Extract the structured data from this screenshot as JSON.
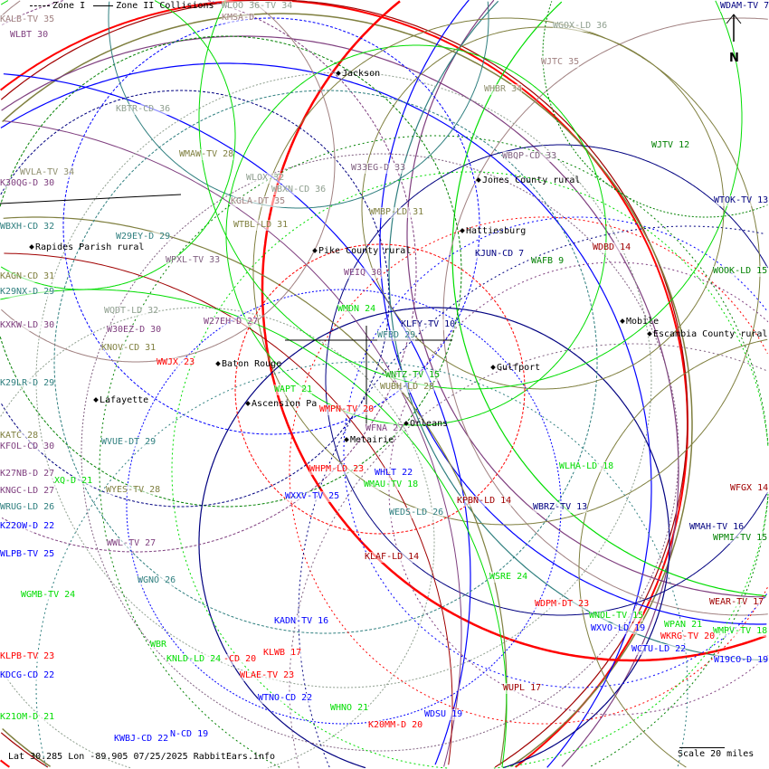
{
  "legend": {
    "zone1": "Zone I",
    "zone2": "Zone II Collisions"
  },
  "footer": "Lat 30.285 Lon -89.905 07/25/2025 RabbitEars.info",
  "scale": "Scale 20 miles",
  "north": "N",
  "places": [
    "Jackson",
    "Jones County rural",
    "Hattiesburg",
    "Rapides Parish rural",
    "Pike County rural",
    "Mobile",
    "Escambia County rural",
    "Baton Rouge",
    "Gulfport",
    "Lafayette",
    "Ascension Pa",
    "Orleans",
    "Metairie"
  ],
  "colors": {
    "purple": "#7f3f7f",
    "olive": "#7f7f3f",
    "gray": "#8f9f8f",
    "rose": "#a08080",
    "green": "#00dd00",
    "dkgreen": "#008000",
    "blue": "#0000ff",
    "navy": "#000080",
    "red": "#ff0000",
    "dkred": "#a00000",
    "teal": "#2f7f7f",
    "mauve": "#806080"
  },
  "stations": [
    {
      "text": "KALB-TV 35",
      "color": "#a08080"
    },
    {
      "text": "KMSA-D",
      "color": "#a08080"
    },
    {
      "text": "WLOO 36-TV 34",
      "color": "#8f9f8f"
    },
    {
      "text": "WDAM-TV 7",
      "color": "#000080"
    },
    {
      "text": "WLBT 30",
      "color": "#7f3f7f"
    },
    {
      "text": "WGOX-LD 36",
      "color": "#8f9f8f"
    },
    {
      "text": "WJTC 35",
      "color": "#a08080"
    },
    {
      "text": "KBTR-CD 36",
      "color": "#8f9f8f"
    },
    {
      "text": "WHBR 34",
      "color": "#8f8f6f"
    },
    {
      "text": "WMAW-TV 28",
      "color": "#7f7f3f"
    },
    {
      "text": "WJTV 12",
      "color": "#008000"
    },
    {
      "text": "WBQP-CD 33",
      "color": "#806080"
    },
    {
      "text": "WVLA-TV 34",
      "color": "#8f8f6f"
    },
    {
      "text": "K30QG-D 30",
      "color": "#7f3f7f"
    },
    {
      "text": "WLOX 32",
      "color": "#8f9f8f"
    },
    {
      "text": "WBXN-CD 36",
      "color": "#8f9f8f"
    },
    {
      "text": "W33EG-D 33",
      "color": "#806080"
    },
    {
      "text": "KGLA-DT 35",
      "color": "#a08080"
    },
    {
      "text": "WTOK-TV 13",
      "color": "#000080"
    },
    {
      "text": "WMBP-LD 31",
      "color": "#7f7f3f"
    },
    {
      "text": "WBXH-CD 32",
      "color": "#2f7f7f"
    },
    {
      "text": "WTBL-LD 31",
      "color": "#7f7f3f"
    },
    {
      "text": "W29EY-D 29",
      "color": "#2f7f7f"
    },
    {
      "text": "KJUN-CD 7",
      "color": "#000080"
    },
    {
      "text": "WDBD 14",
      "color": "#a00000"
    },
    {
      "text": "WAFB 9",
      "color": "#008000"
    },
    {
      "text": "WPXL-TV 33",
      "color": "#806080"
    },
    {
      "text": "WEIQ 30",
      "color": "#7f3f7f"
    },
    {
      "text": "WOOK-LD 15",
      "color": "#008000"
    },
    {
      "text": "KAGN-CD 31",
      "color": "#7f7f3f"
    },
    {
      "text": "K29NX-D 29",
      "color": "#2f7f7f"
    },
    {
      "text": "WMDN 24",
      "color": "#00dd00"
    },
    {
      "text": "WQDT-LD 32",
      "color": "#8f9f8f"
    },
    {
      "text": "W27EH-D 27",
      "color": "#7f3f7f"
    },
    {
      "text": "KLFY-TV 10",
      "color": "#000080"
    },
    {
      "text": "KXKW-LD 30",
      "color": "#7f3f7f"
    },
    {
      "text": "W30EZ-D 30",
      "color": "#7f3f7f"
    },
    {
      "text": "WFBD 29",
      "color": "#2f7f7f"
    },
    {
      "text": "KNOV-CD 31",
      "color": "#7f7f3f"
    },
    {
      "text": "WWJX 23",
      "color": "#ff0000"
    },
    {
      "text": "WNTZ-TV 15",
      "color": "#00aa00"
    },
    {
      "text": "WUBH-LD 28",
      "color": "#7f7f3f"
    },
    {
      "text": "K29LR-D 29",
      "color": "#2f7f7f"
    },
    {
      "text": "WAPT 21",
      "color": "#00dd00"
    },
    {
      "text": "WMPN-TV 20",
      "color": "#ff0000"
    },
    {
      "text": "WFNA 27",
      "color": "#7f3f7f"
    },
    {
      "text": "KATC 28",
      "color": "#7f7f3f"
    },
    {
      "text": "KFOL-CD 30",
      "color": "#7f3f7f"
    },
    {
      "text": "WVUE-DT 29",
      "color": "#2f7f7f"
    },
    {
      "text": "WLHA-LD 18",
      "color": "#00dd00"
    },
    {
      "text": "WHPM-LD 23",
      "color": "#ff0000"
    },
    {
      "text": "WHLT 22",
      "color": "#0000ff"
    },
    {
      "text": "WMAU-TV 18",
      "color": "#00dd00"
    },
    {
      "text": "K27NB-D 27",
      "color": "#7f3f7f"
    },
    {
      "text": "XQ-D 21",
      "color": "#00dd00"
    },
    {
      "text": "KNGC-LD 27",
      "color": "#7f3f7f"
    },
    {
      "text": "WYES-TV 28",
      "color": "#7f7f3f"
    },
    {
      "text": "WFGX 14",
      "color": "#a00000"
    },
    {
      "text": "WXXV-TV 25",
      "color": "#0000ff"
    },
    {
      "text": "KPBN-LD 14",
      "color": "#a00000"
    },
    {
      "text": "WRUG-LD 26",
      "color": "#2f7f7f"
    },
    {
      "text": "WBRZ-TV 13",
      "color": "#000080"
    },
    {
      "text": "WEDS-LD 26",
      "color": "#2f7f7f"
    },
    {
      "text": "K22OW-D 22",
      "color": "#0000ff"
    },
    {
      "text": "WMAH-TV 16",
      "color": "#000080"
    },
    {
      "text": "WPMI-TV 15",
      "color": "#008000"
    },
    {
      "text": "WLPB-TV 25",
      "color": "#0000ff"
    },
    {
      "text": "WWL-TV 27",
      "color": "#7f3f7f"
    },
    {
      "text": "KLAF-LD 14",
      "color": "#a00000"
    },
    {
      "text": "WGNO 26",
      "color": "#2f7f7f"
    },
    {
      "text": "WSRE 24",
      "color": "#00dd00"
    },
    {
      "text": "WGMB-TV 24",
      "color": "#00dd00"
    },
    {
      "text": "WEAR-TV 17",
      "color": "#a00000"
    },
    {
      "text": "WDPM-DT 23",
      "color": "#ff0000"
    },
    {
      "text": "WNOL-TV 15",
      "color": "#00dd00"
    },
    {
      "text": "KADN-TV 16",
      "color": "#0000ff"
    },
    {
      "text": "WXVO-LD 19",
      "color": "#0000ff"
    },
    {
      "text": "WPAN 21",
      "color": "#00dd00"
    },
    {
      "text": "WMPV-TV 18",
      "color": "#00dd00"
    },
    {
      "text": "WKRG-TV 20",
      "color": "#ff0000"
    },
    {
      "text": "KLPB-TV 23",
      "color": "#ff0000"
    },
    {
      "text": "KLWB 17",
      "color": "#ff0000"
    },
    {
      "text": "WBR",
      "color": "#00dd00"
    },
    {
      "text": "KNLD-LD 24",
      "color": "#00dd00"
    },
    {
      "text": "-CD 20",
      "color": "#ff0000"
    },
    {
      "text": "WCTU-LD 22",
      "color": "#0000ff"
    },
    {
      "text": "W19CO-D 19",
      "color": "#0000ff"
    },
    {
      "text": "KDCG-CD 22",
      "color": "#0000ff"
    },
    {
      "text": "WLAE-TV 23",
      "color": "#ff0000"
    },
    {
      "text": "WTNO-CD 22",
      "color": "#0000ff"
    },
    {
      "text": "WUPL 17",
      "color": "#a00000"
    },
    {
      "text": "WHNO 21",
      "color": "#00dd00"
    },
    {
      "text": "K21OM-D 21",
      "color": "#00dd00"
    },
    {
      "text": "WDSU 19",
      "color": "#0000ff"
    },
    {
      "text": "K20MM-D 20",
      "color": "#ff0000"
    },
    {
      "text": "KWBJ-CD 22",
      "color": "#0000ff"
    },
    {
      "text": "N-CD 19",
      "color": "#0000ff"
    }
  ]
}
